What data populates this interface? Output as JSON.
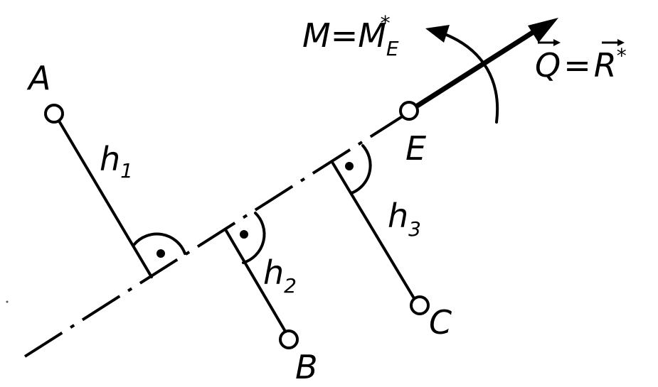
{
  "points": {
    "A": "A",
    "B": "B",
    "C": "C",
    "E": "E"
  },
  "distances": {
    "h1_base": "h",
    "h1_sub": "1",
    "h2_base": "h",
    "h2_sub": "2",
    "h3_base": "h",
    "h3_sub": "3"
  },
  "moment": {
    "lhs": "M=M",
    "sub": "E",
    "sup": "*"
  },
  "force": {
    "q": "Q",
    "eq": "=",
    "r": "R",
    "sup": "*"
  }
}
